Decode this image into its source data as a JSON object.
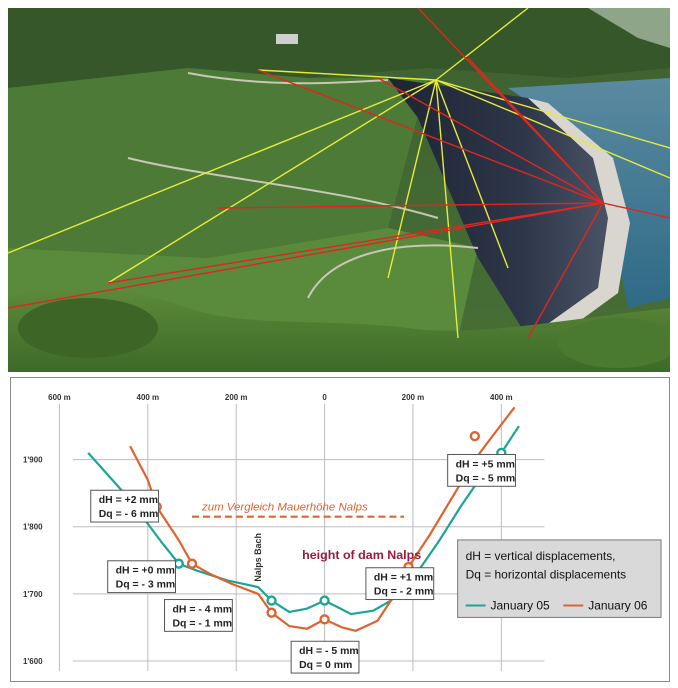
{
  "photo": {
    "description_icon": "dam-survey-photo"
  },
  "chart_data": {
    "type": "line",
    "x_ticks": [
      "600 m",
      "400 m",
      "200 m",
      "0",
      "200 m",
      "400 m"
    ],
    "x_tick_values": [
      -600,
      -400,
      -200,
      0,
      200,
      400
    ],
    "y_ticks": [
      "1'900",
      "1'800",
      "1'700",
      "1'600"
    ],
    "y_tick_values": [
      1900,
      1800,
      1700,
      1600
    ],
    "xlim": [
      -660,
      520
    ],
    "ylim": [
      1585,
      1995
    ],
    "grid": true,
    "series": [
      {
        "name": "January 05",
        "color": "#1aa596",
        "values": [
          [
            -535,
            1910
          ],
          [
            -460,
            1855
          ],
          [
            -420,
            1822
          ],
          [
            -370,
            1778
          ],
          [
            -330,
            1745
          ],
          [
            -290,
            1735
          ],
          [
            -220,
            1720
          ],
          [
            -150,
            1710
          ],
          [
            -120,
            1690
          ],
          [
            -80,
            1673
          ],
          [
            -40,
            1678
          ],
          [
            0,
            1690
          ],
          [
            30,
            1680
          ],
          [
            60,
            1670
          ],
          [
            110,
            1675
          ],
          [
            150,
            1690
          ],
          [
            190,
            1715
          ],
          [
            210,
            1732
          ],
          [
            260,
            1780
          ],
          [
            310,
            1832
          ],
          [
            360,
            1880
          ],
          [
            400,
            1910
          ],
          [
            440,
            1950
          ]
        ]
      },
      {
        "name": "January 06",
        "color": "#e0622e",
        "values": [
          [
            -440,
            1920
          ],
          [
            -400,
            1870
          ],
          [
            -380,
            1830
          ],
          [
            -330,
            1780
          ],
          [
            -300,
            1745
          ],
          [
            -260,
            1730
          ],
          [
            -210,
            1715
          ],
          [
            -150,
            1700
          ],
          [
            -120,
            1672
          ],
          [
            -80,
            1652
          ],
          [
            -40,
            1648
          ],
          [
            0,
            1662
          ],
          [
            40,
            1650
          ],
          [
            70,
            1645
          ],
          [
            120,
            1660
          ],
          [
            160,
            1700
          ],
          [
            190,
            1740
          ],
          [
            240,
            1790
          ],
          [
            290,
            1845
          ],
          [
            340,
            1900
          ],
          [
            380,
            1935
          ],
          [
            430,
            1978
          ]
        ]
      }
    ],
    "markers": [
      {
        "series": 0,
        "x": -420,
        "y": 1822
      },
      {
        "series": 0,
        "x": -330,
        "y": 1745
      },
      {
        "series": 0,
        "x": -120,
        "y": 1690
      },
      {
        "series": 0,
        "x": 0,
        "y": 1690
      },
      {
        "series": 0,
        "x": 210,
        "y": 1732
      },
      {
        "series": 0,
        "x": 400,
        "y": 1910
      },
      {
        "series": 1,
        "x": -380,
        "y": 1830
      },
      {
        "series": 1,
        "x": -300,
        "y": 1745
      },
      {
        "series": 1,
        "x": -120,
        "y": 1672
      },
      {
        "series": 1,
        "x": 0,
        "y": 1662
      },
      {
        "series": 1,
        "x": 190,
        "y": 1740
      },
      {
        "series": 1,
        "x": 340,
        "y": 1935
      }
    ],
    "reference": {
      "label": "zum Vergleich Mauerhöhe Nalps",
      "x_from": -300,
      "x_to": 180,
      "y": 1815,
      "color": "#e0622e"
    },
    "valley_label": "Nalps Bach",
    "height_label": "height of dam Nalps",
    "annotations": [
      {
        "dh": "dH = +2 mm",
        "dq": "Dq = - 6 mm"
      },
      {
        "dh": "dH = +0 mm",
        "dq": "Dq = - 3 mm"
      },
      {
        "dh": "dH = - 4 mm",
        "dq": "Dq = - 1 mm"
      },
      {
        "dh": "dH = - 5 mm",
        "dq": "Dq =   0 mm"
      },
      {
        "dh": "dH = +1 mm",
        "dq": "Dq = - 2 mm"
      },
      {
        "dh": "dH = +5 mm",
        "dq": "Dq = - 5 mm"
      }
    ],
    "legend": {
      "line1": "dH = vertical displacements,",
      "line2": "Dq = horizontal displacements",
      "items": [
        "January 05",
        "January 06"
      ]
    }
  }
}
